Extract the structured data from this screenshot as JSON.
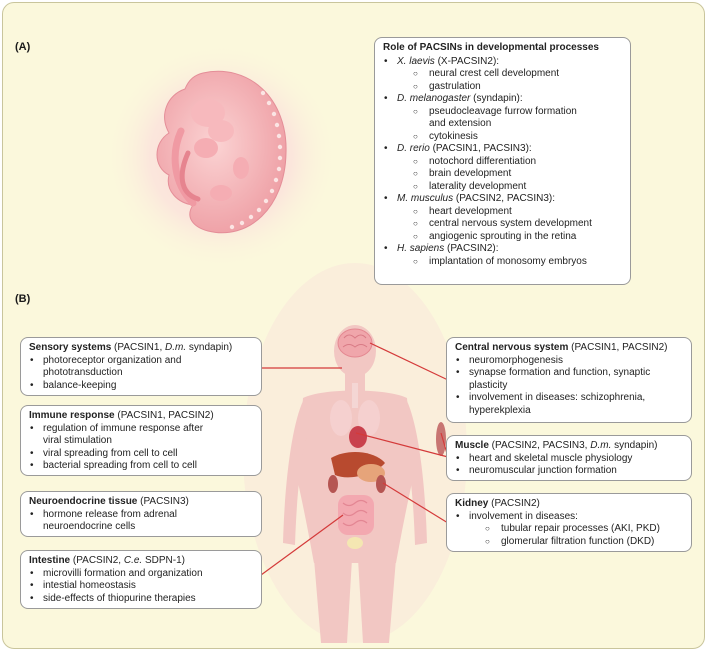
{
  "panelA": {
    "label": "(A)",
    "box": {
      "title": "Role of PACSINs in developmental processes",
      "items": [
        {
          "type": "main",
          "italic": "X. laevis",
          "rest": " (X-PACSIN2):"
        },
        {
          "type": "sub",
          "text": "neural crest cell development"
        },
        {
          "type": "sub",
          "text": "gastrulation"
        },
        {
          "type": "main",
          "italic": "D. melanogaster",
          "rest": " (syndapin):"
        },
        {
          "type": "sub",
          "text": "pseudocleavage furrow formation"
        },
        {
          "type": "sub-cont",
          "text": "and extension"
        },
        {
          "type": "sub",
          "text": "cytokinesis"
        },
        {
          "type": "main",
          "italic": "D. rerio",
          "rest": " (PACSIN1, PACSIN3):"
        },
        {
          "type": "sub",
          "text": "notochord differentiation"
        },
        {
          "type": "sub",
          "text": "brain development"
        },
        {
          "type": "sub",
          "text": "laterality development"
        },
        {
          "type": "main",
          "italic": "M. musculus",
          "rest": " (PACSIN2, PACSIN3):"
        },
        {
          "type": "sub",
          "text": "heart development"
        },
        {
          "type": "sub",
          "text": "central nervous system development"
        },
        {
          "type": "sub",
          "text": "angiogenic sprouting in the retina"
        },
        {
          "type": "main",
          "italic": "H. sapiens",
          "rest": " (PACSIN2):"
        },
        {
          "type": "sub",
          "text": "implantation of monosomy embryos"
        }
      ]
    }
  },
  "panelB": {
    "label": "(B)",
    "sensory": {
      "name": "Sensory systems",
      "p1": " (PACSIN1, ",
      "it": "D.m.",
      "p2": " syndapin)",
      "items": [
        "photoreceptor organization and",
        "+phototransduction",
        "balance-keeping"
      ]
    },
    "immune": {
      "name": "Immune response",
      "p1": " (PACSIN1, PACSIN2)",
      "items": [
        "regulation of immune response after",
        "+viral stimulation",
        "viral spreading from cell to cell",
        "bacterial spreading from cell to cell"
      ]
    },
    "neuro": {
      "name": "Neuroendocrine tissue",
      "p1": " (PACSIN3)",
      "items": [
        "hormone release from adrenal",
        "+neuroendocrine cells"
      ]
    },
    "intestine": {
      "name": "Intestine",
      "p1": " (PACSIN2, ",
      "it": "C.e.",
      "p2": " SDPN-1)",
      "items": [
        "microvilli formation and organization",
        "intestial homeostasis",
        "side-effects of thiopurine therapies"
      ]
    },
    "cns": {
      "name": "Central nervous system",
      "p1": " (PACSIN1, PACSIN2)",
      "items": [
        "neuromorphogenesis",
        "synapse formation and function, synaptic",
        "+plasticity",
        "involvement in diseases: schizophrenia,",
        "+hyperekplexia"
      ]
    },
    "muscle": {
      "name": "Muscle",
      "p1": " (PACSIN2, PACSIN3, ",
      "it": "D.m.",
      "p2": " syndapin)",
      "items": [
        "heart and skeletal muscle physiology",
        "neuromuscular junction formation"
      ]
    },
    "kidney": {
      "name": "Kidney",
      "p1": " (PACSIN2)",
      "items": [
        "involvement in diseases:",
        "~tubular repair processes (AKI, PKD)",
        "~glomerular filtration function (DKD)"
      ]
    }
  },
  "colors": {
    "background": "#fbf8dc",
    "connector": "#d43a3a",
    "body": "#f2c7c3",
    "embryo": "#f4b3b8"
  }
}
